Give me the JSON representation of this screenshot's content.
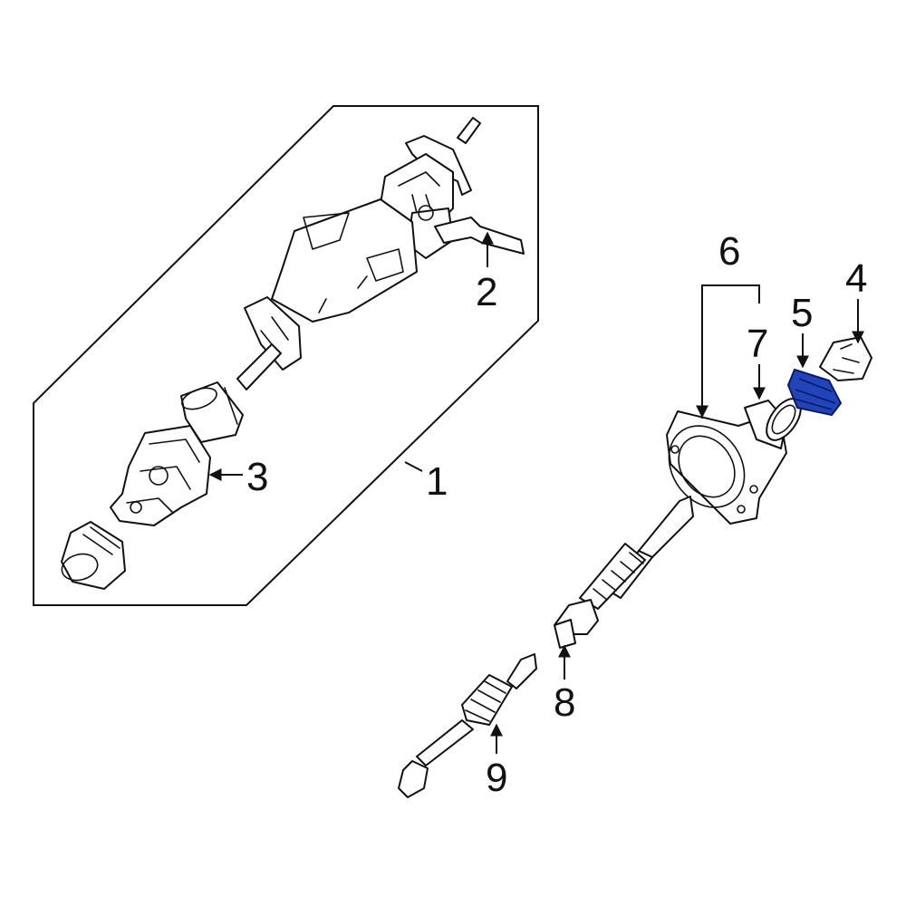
{
  "diagram": {
    "callouts": [
      {
        "id": "1",
        "label": "1"
      },
      {
        "id": "2",
        "label": "2"
      },
      {
        "id": "3",
        "label": "3"
      },
      {
        "id": "4",
        "label": "4"
      },
      {
        "id": "5",
        "label": "5"
      },
      {
        "id": "6",
        "label": "6"
      },
      {
        "id": "7",
        "label": "7"
      },
      {
        "id": "8",
        "label": "8"
      },
      {
        "id": "9",
        "label": "9"
      }
    ],
    "highlighted_part": "5",
    "colors": {
      "line": "#111111",
      "highlight": "#2244bb",
      "background": "#ffffff"
    }
  }
}
